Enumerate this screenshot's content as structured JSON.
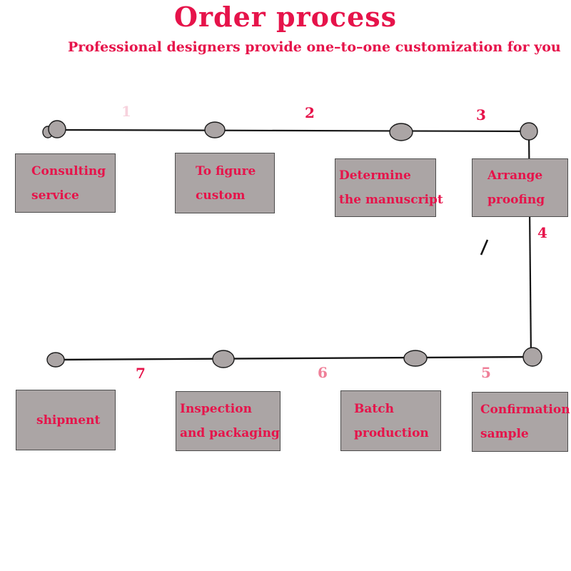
{
  "title": "Order process",
  "subtitle": "Professional designers provide one–to–one customization for you",
  "colors": {
    "accent": "#e6134a",
    "box_fill": "#aba5a5",
    "box_border": "#4c4c4c",
    "line": "#151515"
  },
  "boxes": [
    {
      "lines": [
        "Consulting",
        "service"
      ]
    },
    {
      "lines": [
        "To figure",
        "custom"
      ]
    },
    {
      "lines": [
        "Determine",
        "the manuscript"
      ]
    },
    {
      "lines": [
        "Arrange",
        "proofing"
      ]
    },
    {
      "lines": [
        "Confirmation",
        "sample"
      ]
    },
    {
      "lines": [
        "Batch",
        "production"
      ]
    },
    {
      "lines": [
        "Inspection",
        "and packaging"
      ]
    },
    {
      "lines": [
        "shipment"
      ]
    }
  ],
  "connectors": [
    {
      "number": "1",
      "color": "#f7d2dd"
    },
    {
      "number": "2",
      "color": "#e6134a"
    },
    {
      "number": "3",
      "color": "#e6134a"
    },
    {
      "number": "4",
      "color": "#e6134a"
    },
    {
      "number": "5",
      "color": "#ef7f98"
    },
    {
      "number": "6",
      "color": "#ef7f98"
    },
    {
      "number": "7",
      "color": "#e6134a"
    }
  ]
}
